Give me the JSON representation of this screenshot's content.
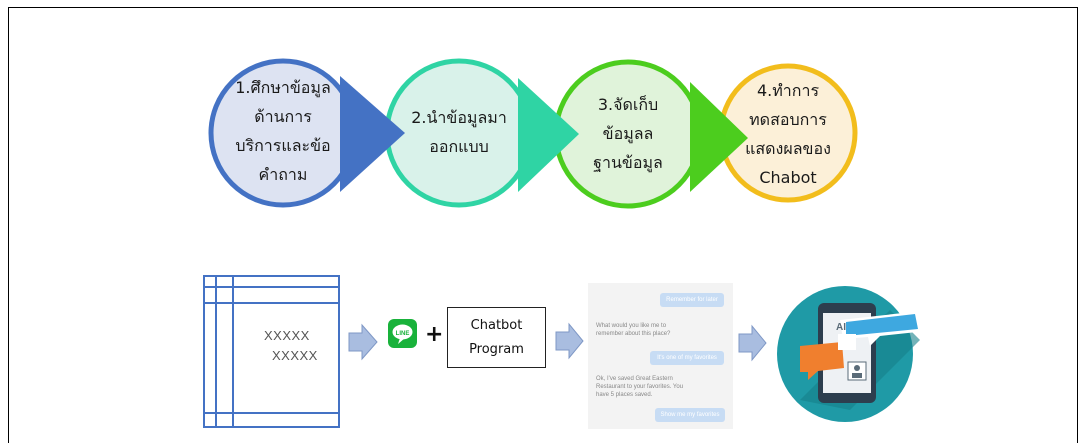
{
  "stages": [
    {
      "lines": [
        "1.ศึกษาข้อมูล",
        "ด้านการ",
        "บริการและข้อ",
        "คำถาม"
      ],
      "color": "#4472c4",
      "fill": "#dde3f2"
    },
    {
      "lines": [
        "2.นำข้อมูลมา",
        "ออกแบบ"
      ],
      "color": "#2fd4a4",
      "fill": "#d9f2ea"
    },
    {
      "lines": [
        "3.จัดเก็บ",
        "ข้อมูลล",
        "ฐานข้อมูล"
      ],
      "color": "#4ccd1e",
      "fill": "#e0f3da"
    },
    {
      "lines": [
        "4.ทำการ",
        "ทดสอบการ",
        "แสดงผลของ",
        "Chabot"
      ],
      "color": "#f2bd1c",
      "fill": "#fcf0d8"
    }
  ],
  "table_mock": {
    "line1": "XXXXX",
    "line2": "XXXXX"
  },
  "line_icon": "line-app-icon",
  "plus_sign": "+",
  "chatbot_box": {
    "line1": "Chatbot",
    "line2": "Program"
  },
  "chat_mock": {
    "bubble1": "Remember for later",
    "msg1": "What would you like me to remember about this place?",
    "bubble2": "It's one of my favorites",
    "msg2": "Ok, I've saved Great Eastern Restaurant to your favorites. You have 5 places saved.",
    "bubble3": "Show me my favorites"
  },
  "ai_label": "AI",
  "arrow_color": "#a9bde0"
}
